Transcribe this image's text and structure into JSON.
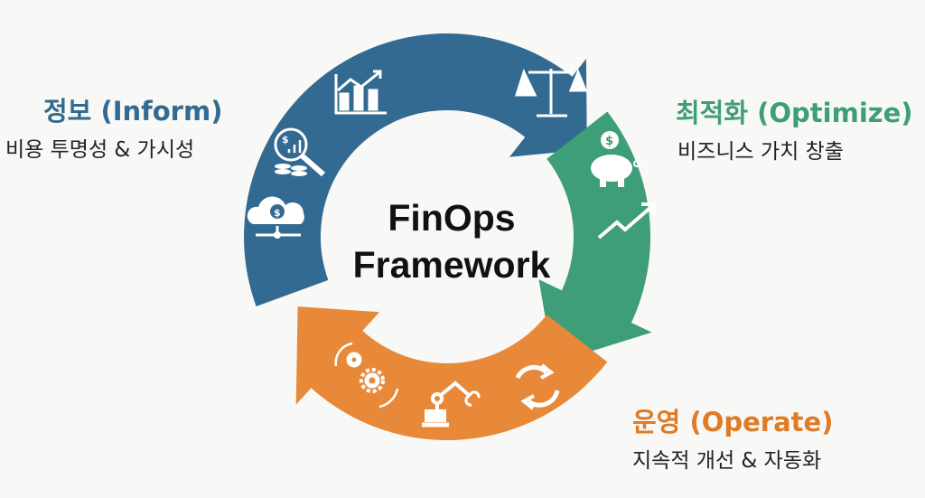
{
  "center": {
    "line1": "FinOps",
    "line2": "Framework"
  },
  "phases": [
    {
      "id": "inform",
      "title": "정보 (Inform)",
      "subtitle": "비용 투명성 & 가시성",
      "color": "#336a91",
      "icons": [
        "chart-growth-icon",
        "dollar-search-coins-icon",
        "cloud-dollar-network-icon"
      ]
    },
    {
      "id": "optimize",
      "title": "최적화 (Optimize)",
      "subtitle": "비즈니스 가치 창출",
      "color": "#3e9e78",
      "icons": [
        "balance-scale-icon",
        "piggy-bank-icon",
        "trend-up-icon"
      ]
    },
    {
      "id": "operate",
      "title": "운영 (Operate)",
      "subtitle": "지속적 개선 & 자동화",
      "color": "#e8893a",
      "icons": [
        "gears-cycle-icon",
        "robot-arm-icon",
        "refresh-cycle-icon"
      ]
    }
  ]
}
